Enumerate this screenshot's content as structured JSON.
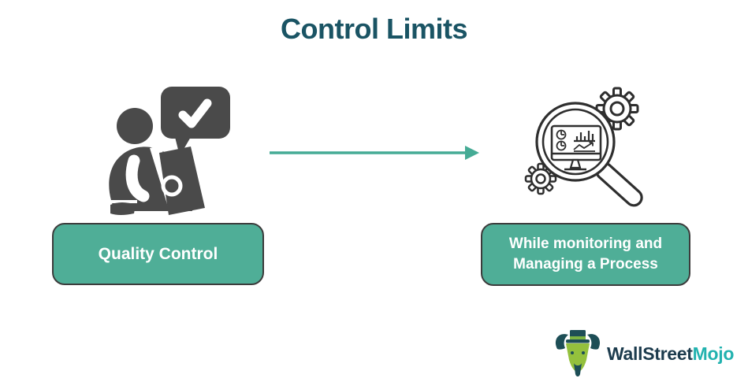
{
  "title": {
    "text": "Control Limits",
    "color": "#1a5464"
  },
  "diagram": {
    "left": {
      "icon": "person-with-check-bubble-icon",
      "label": "Quality Control"
    },
    "arrow": {
      "icon": "arrow-right-icon",
      "direction": "right",
      "color": "#45ab95"
    },
    "right": {
      "icon": "magnifier-process-analysis-icon",
      "label_lines": [
        "While monitoring and",
        "Managing a Process"
      ]
    }
  },
  "colors": {
    "pill_fill": "#4fae97",
    "pill_border": "#3c3c3c",
    "pill_text": "#ffffff",
    "icon_gray": "#4a4a4a",
    "outline_dark": "#2e2e2e",
    "brand_dark": "#1c3b4d",
    "brand_teal": "#22b2af"
  },
  "logo": {
    "icon": "bull-mascot-icon",
    "text_primary": "WallStreet",
    "text_accent": "Mojo"
  }
}
